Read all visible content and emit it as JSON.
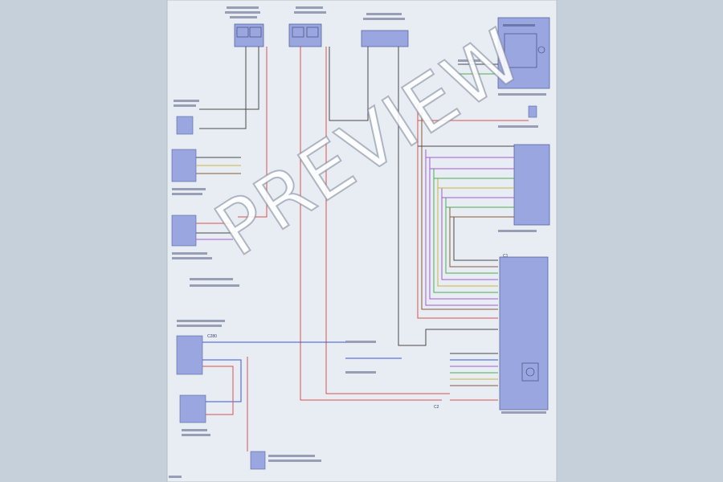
{
  "watermark": "PREVIEW",
  "colors": {
    "page_bg": "#c5d0da",
    "sheet": "#e7edf3",
    "module_fill": "#9aa6e0",
    "wire_red": "#d9534f",
    "wire_blue": "#3d55d6",
    "wire_purple": "#a35bd6",
    "wire_green": "#4caf50",
    "wire_brown": "#8a5a3a",
    "wire_grey": "#4a4a4a",
    "wire_yellow": "#c9b640"
  },
  "diagram": {
    "terminal_labels": {
      "c280": "C280",
      "c1": "C1",
      "c2": "C2"
    }
  }
}
